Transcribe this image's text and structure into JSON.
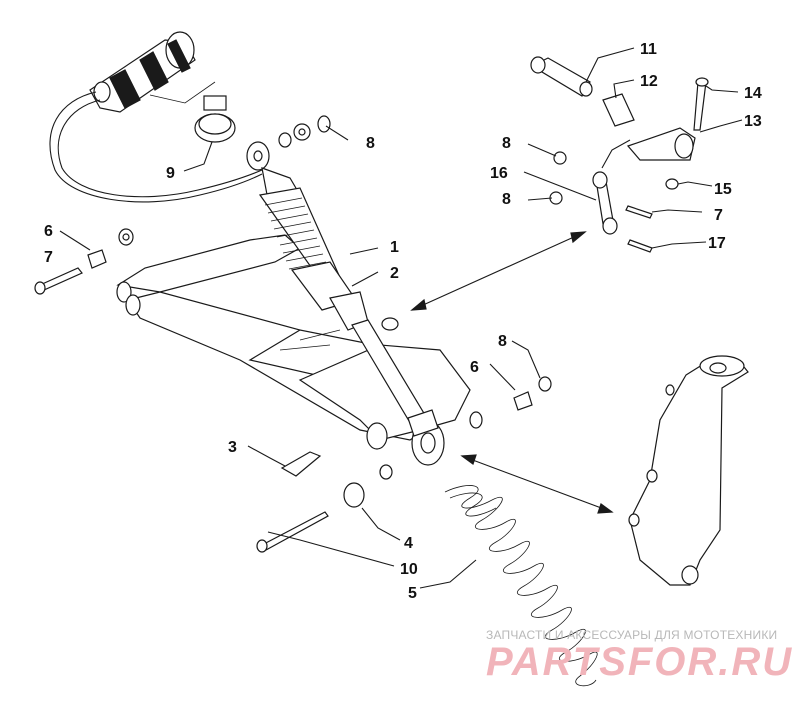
{
  "callouts": [
    {
      "id": "1",
      "label": "1"
    },
    {
      "id": "2",
      "label": "2"
    },
    {
      "id": "3",
      "label": "3"
    },
    {
      "id": "4",
      "label": "4"
    },
    {
      "id": "5",
      "label": "5"
    },
    {
      "id": "6a",
      "label": "6"
    },
    {
      "id": "6b",
      "label": "6"
    },
    {
      "id": "7a",
      "label": "7"
    },
    {
      "id": "7b",
      "label": "7"
    },
    {
      "id": "8a",
      "label": "8"
    },
    {
      "id": "8b",
      "label": "8"
    },
    {
      "id": "8c",
      "label": "8"
    },
    {
      "id": "8d",
      "label": "8"
    },
    {
      "id": "9",
      "label": "9"
    },
    {
      "id": "10",
      "label": "10"
    },
    {
      "id": "11",
      "label": "11"
    },
    {
      "id": "12",
      "label": "12"
    },
    {
      "id": "13",
      "label": "13"
    },
    {
      "id": "14",
      "label": "14"
    },
    {
      "id": "15",
      "label": "15"
    },
    {
      "id": "16",
      "label": "16"
    },
    {
      "id": "17",
      "label": "17"
    }
  ],
  "watermark": {
    "tagline": "ЗАПЧАСТИ И АКСЕССУАРЫ ДЛЯ МОТОТЕХНИКИ",
    "brand": "PARTSFOR.RU"
  },
  "colors": {
    "line": "#1a1a1a",
    "watermark_brand": "#f1b4ba",
    "watermark_tagline": "#b8b8b8"
  }
}
